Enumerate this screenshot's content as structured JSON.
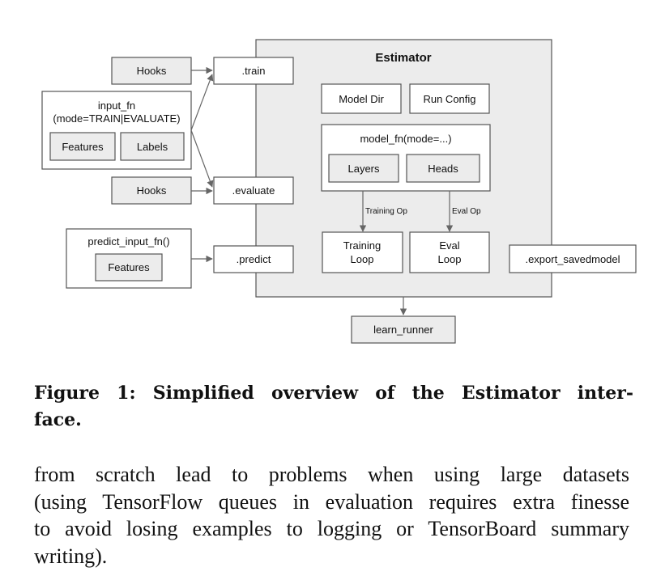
{
  "figure": {
    "estimator_title": "Estimator",
    "model_dir": "Model Dir",
    "run_config": "Run Config",
    "model_fn": "model_fn(mode=...)",
    "layers": "Layers",
    "heads": "Heads",
    "training_op": "Training Op",
    "eval_op": "Eval Op",
    "training_loop_line1": "Training",
    "training_loop_line2": "Loop",
    "eval_loop_line1": "Eval",
    "eval_loop_line2": "Loop",
    "export_savedmodel": ".export_savedmodel",
    "train": ".train",
    "evaluate": ".evaluate",
    "predict": ".predict",
    "hooks_top": "Hooks",
    "hooks_bottom": "Hooks",
    "input_fn_line1": "input_fn",
    "input_fn_line2": "(mode=TRAIN|EVALUATE)",
    "features": "Features",
    "labels": "Labels",
    "predict_input_fn": "predict_input_fn()",
    "predict_features": "Features",
    "learn_runner": "learn_runner"
  },
  "caption": {
    "line1": "Figure 1: Simplified overview of the Estimator inter-",
    "line2": "face."
  },
  "body": {
    "line1": "from scratch lead to problems when using large datasets",
    "line2": "(using TensorFlow queues in evaluation requires extra finesse",
    "line3": "to avoid losing examples to logging or TensorBoard summary",
    "line4": "writing)."
  },
  "colors": {
    "estimator_fill": "#ececec",
    "box_stroke": "#555555",
    "box_fill": "#ffffff",
    "chip_fill": "#ececec",
    "arrow": "#666666",
    "text": "#111111"
  }
}
